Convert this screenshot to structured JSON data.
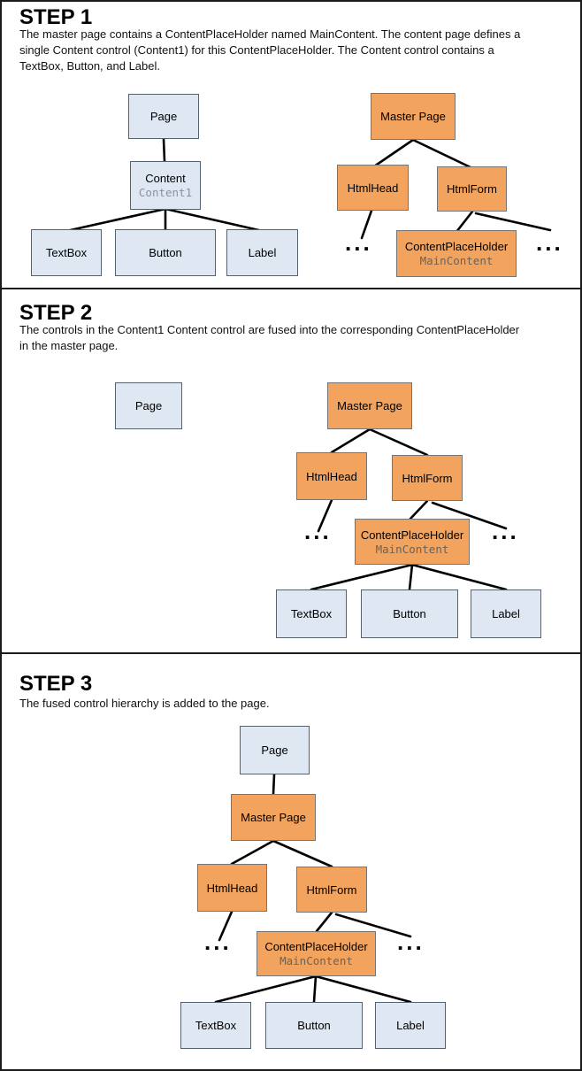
{
  "colors": {
    "content_bg": "#dfe7f3",
    "content_border": "#56616e",
    "content_sub": "#8c929d",
    "master_bg": "#f2a35e",
    "master_border": "#757575",
    "master_sub": "#6e6155",
    "line_color": "#000000"
  },
  "ellipsis": "...",
  "steps": [
    {
      "heading": "STEP 1",
      "description": "The master page contains a ContentPlaceHolder named MainContent. The content page defines a\nsingle Content control (Content1) for this ContentPlaceHolder. The Content control contains a\nTextBox, Button, and Label.",
      "labels": {
        "page": "Page",
        "content": "Content",
        "content_id": "Content1",
        "textbox": "TextBox",
        "button": "Button",
        "label": "Label",
        "master_page": "Master Page",
        "html_head": "HtmlHead",
        "html_form": "HtmlForm",
        "content_placeholder": "ContentPlaceHolder",
        "content_placeholder_id": "MainContent"
      }
    },
    {
      "heading": "STEP 2",
      "description": "The controls in the Content1 Content control are fused into the corresponding ContentPlaceHolder\nin the master page.",
      "labels": {
        "page": "Page",
        "master_page": "Master Page",
        "html_head": "HtmlHead",
        "html_form": "HtmlForm",
        "content_placeholder": "ContentPlaceHolder",
        "content_placeholder_id": "MainContent",
        "textbox": "TextBox",
        "button": "Button",
        "label": "Label"
      }
    },
    {
      "heading": "STEP 3",
      "description": "The fused control hierarchy is added to the page.",
      "labels": {
        "page": "Page",
        "master_page": "Master Page",
        "html_head": "HtmlHead",
        "html_form": "HtmlForm",
        "content_placeholder": "ContentPlaceHolder",
        "content_placeholder_id": "MainContent",
        "textbox": "TextBox",
        "button": "Button",
        "label": "Label"
      }
    }
  ]
}
